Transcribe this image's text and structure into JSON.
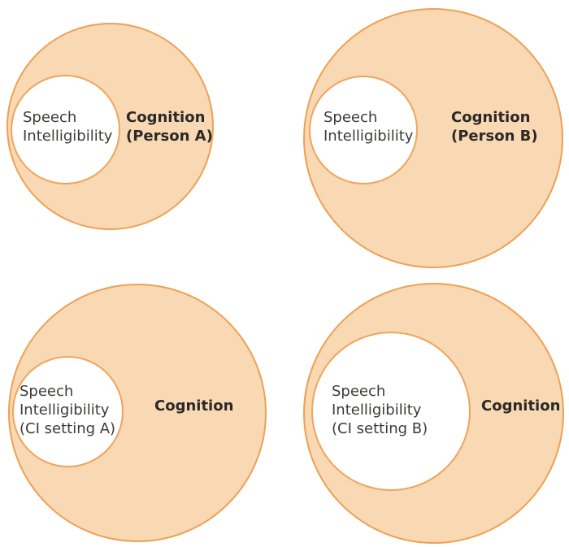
{
  "colors": {
    "cognition_circle_fill": "#F9D8B4",
    "cognition_circle_stroke": "#EFA053",
    "speech_circle_fill": "#FFFFFF",
    "speech_circle_stroke": "#F0A45C",
    "speech_text": "#3D3C3A",
    "cognition_text": "#2A2927"
  },
  "diagrams": [
    {
      "id": "person-a",
      "inner_lines": [
        "Speech",
        "Intelligibility"
      ],
      "outer_lines": [
        "Cognition",
        "(Person A)"
      ]
    },
    {
      "id": "person-b",
      "inner_lines": [
        "Speech",
        "Intelligibility"
      ],
      "outer_lines": [
        "Cognition",
        "(Person B)"
      ]
    },
    {
      "id": "ci-setting-a",
      "inner_lines": [
        "Speech",
        "Intelligibility",
        "(CI setting A)"
      ],
      "outer_lines": [
        "Cognition"
      ]
    },
    {
      "id": "ci-setting-b",
      "inner_lines": [
        "Speech",
        "Intelligibility",
        "(CI setting B)"
      ],
      "outer_lines": [
        "Cognition"
      ]
    }
  ]
}
